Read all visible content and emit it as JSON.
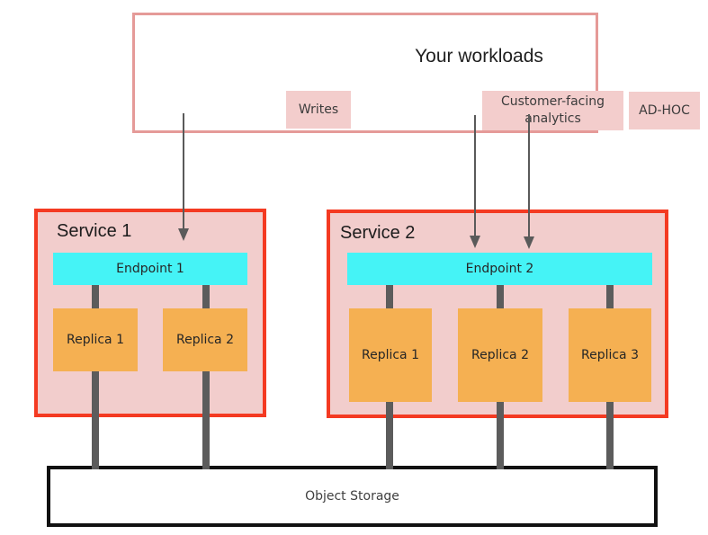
{
  "workloads": {
    "title": "Your workloads",
    "items": [
      {
        "label": "Writes"
      },
      {
        "label": "Customer-facing analytics"
      },
      {
        "label": "AD-HOC"
      }
    ]
  },
  "services": [
    {
      "name": "Service 1",
      "endpoint": "Endpoint 1",
      "replicas": [
        "Replica 1",
        "Replica 2"
      ]
    },
    {
      "name": "Service 2",
      "endpoint": "Endpoint 2",
      "replicas": [
        "Replica 1",
        "Replica 2",
        "Replica 3"
      ]
    }
  ],
  "storage": {
    "label": "Object Storage"
  },
  "colors": {
    "workload_box_fill": "#f3cdcc",
    "workloads_border": "#e59a98",
    "service_border": "#f43a22",
    "service_fill": "#f2cdcc",
    "endpoint_fill": "#45f3f6",
    "replica_fill": "#f5b052",
    "connector_gray": "#5c5c5c",
    "arrow_gray": "#5a5a5a",
    "storage_border": "#111111"
  }
}
